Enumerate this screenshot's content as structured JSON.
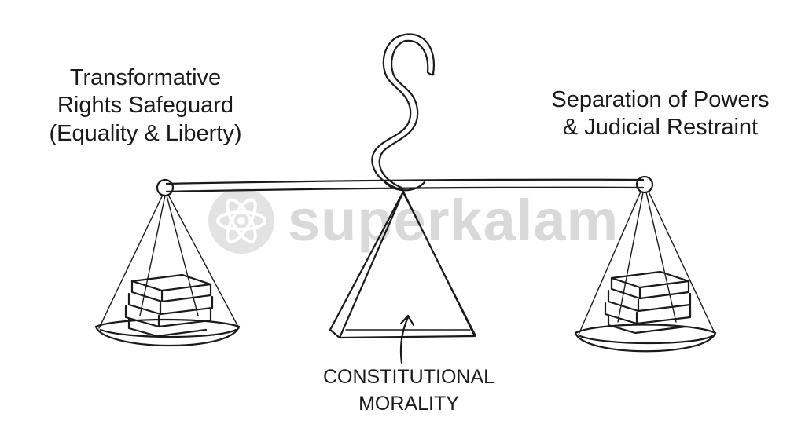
{
  "labels": {
    "left": [
      "Transformative",
      "Rights Safeguard",
      "(Equality & Liberty)"
    ],
    "right": [
      "Separation of Powers",
      "& Judicial Restraint"
    ],
    "center": [
      "CONSTITUTIONAL",
      "MORALITY"
    ]
  },
  "watermark": {
    "text": "superkalam",
    "logo_icon": "atom-icon",
    "color": "#d9d9d9"
  },
  "icons": {
    "hook": "hook-icon",
    "beam": "balance-beam",
    "fulcrum": "pyramid-fulcrum",
    "left_pan": "scale-pan-left",
    "right_pan": "scale-pan-right",
    "books": "book-stack-icon",
    "pointer": "arrow-pointer-icon"
  },
  "colors": {
    "ink": "#1a1a1a",
    "background": "#ffffff"
  }
}
